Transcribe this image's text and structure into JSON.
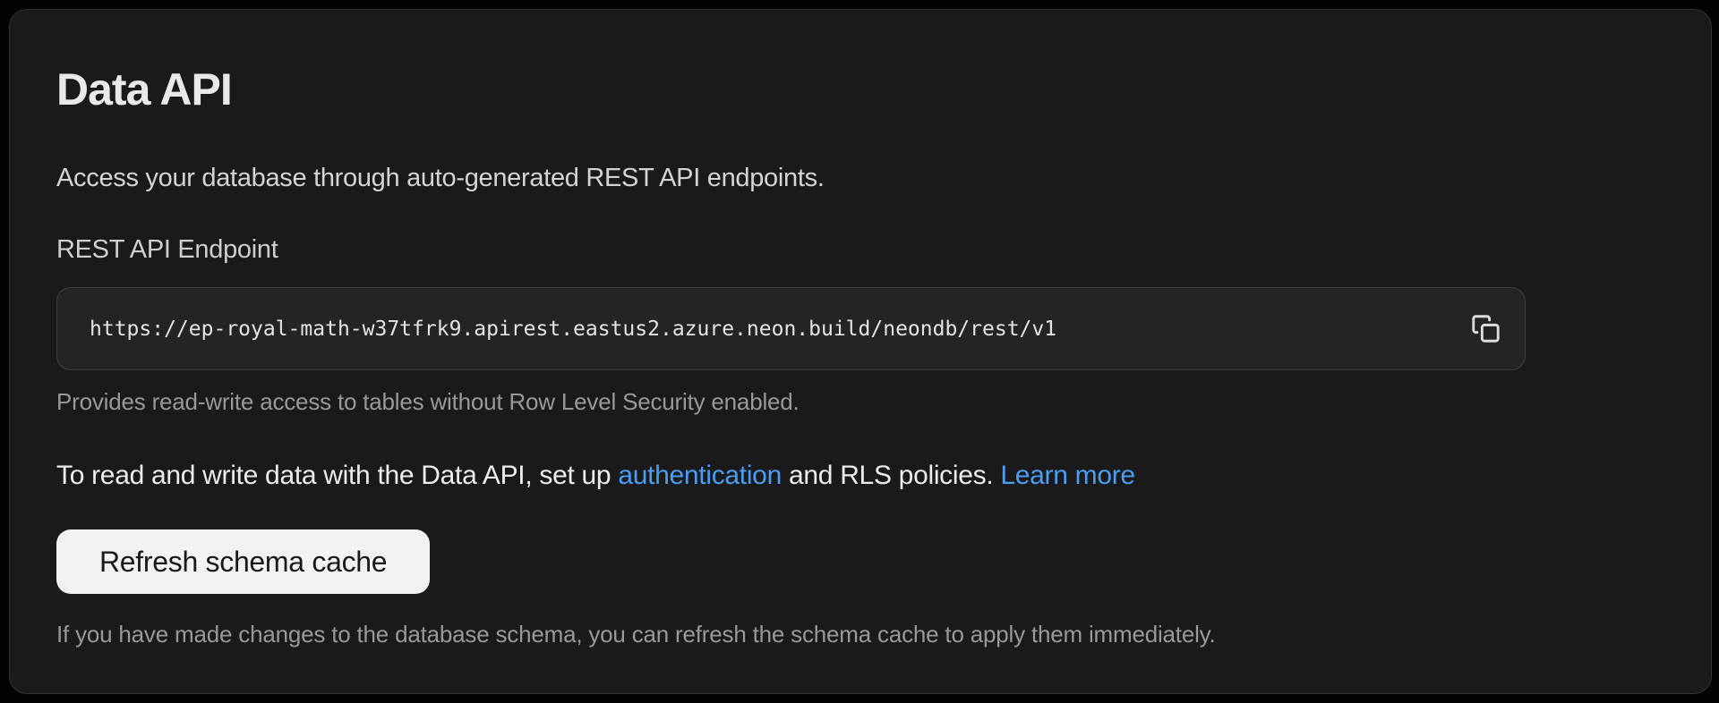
{
  "panel": {
    "title": "Data API",
    "description": "Access your database through auto-generated REST API endpoints.",
    "endpoint": {
      "label": "REST API Endpoint",
      "url": "https://ep-royal-math-w37tfrk9.apirest.eastus2.azure.neon.build/neondb/rest/v1",
      "copy_icon": "copy-icon",
      "helper": "Provides read-write access to tables without Row Level Security enabled."
    },
    "auth_note": {
      "prefix": "To read and write data with the Data API, set up ",
      "auth_link": "authentication",
      "middle": " and RLS policies. ",
      "learn_more_link": "Learn more"
    },
    "refresh": {
      "button_label": "Refresh schema cache",
      "helper": "If you have made changes to the database schema, you can refresh the schema cache to apply them immediately."
    },
    "colors": {
      "panel_bg": "#1a1a1a",
      "panel_border": "#323232",
      "input_bg": "#242424",
      "input_border": "#3e3e3e",
      "link_blue": "#4a9df0",
      "button_bg": "#f2f2f2",
      "button_text": "#1a1a1a",
      "helper_text": "#999999"
    }
  }
}
